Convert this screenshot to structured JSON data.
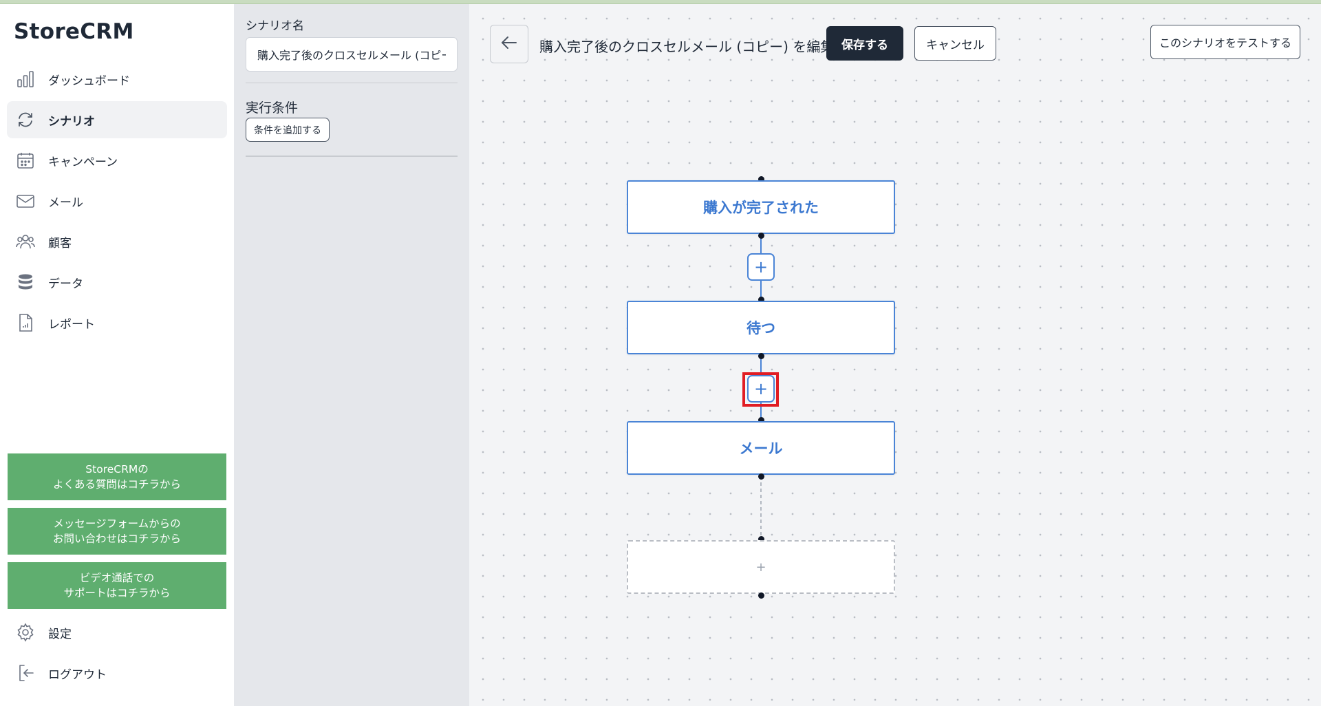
{
  "app": {
    "name": "StoreCRM"
  },
  "sidebar": {
    "items": [
      {
        "label": "ダッシュボード",
        "icon": "bar-chart-icon"
      },
      {
        "label": "シナリオ",
        "icon": "refresh-icon",
        "active": true
      },
      {
        "label": "キャンペーン",
        "icon": "calendar-icon"
      },
      {
        "label": "メール",
        "icon": "mail-icon"
      },
      {
        "label": "顧客",
        "icon": "users-icon"
      },
      {
        "label": "データ",
        "icon": "database-icon"
      },
      {
        "label": "レポート",
        "icon": "report-icon"
      }
    ],
    "help_buttons": [
      {
        "line1": "StoreCRMの",
        "line2": "よくある質問はコチラから"
      },
      {
        "line1": "メッセージフォームからの",
        "line2": "お問い合わせはコチラから"
      },
      {
        "line1": "ビデオ通話での",
        "line2": "サポートはコチラから"
      }
    ],
    "bottom_items": [
      {
        "label": "設定",
        "icon": "gear-icon"
      },
      {
        "label": "ログアウト",
        "icon": "logout-icon"
      }
    ]
  },
  "panel": {
    "name_label": "シナリオ名",
    "name_value": "購入完了後のクロスセルメール (コピー)",
    "condition_label": "実行条件",
    "add_condition_label": "条件を追加する"
  },
  "toolbar": {
    "back_icon": "arrow-left-icon",
    "title": "購入完了後のクロスセルメール (コピー) を編集中",
    "save_label": "保存する",
    "cancel_label": "キャンセル",
    "test_label": "このシナリオをテストする"
  },
  "flow": {
    "nodes": [
      {
        "label": "購入が完了された"
      },
      {
        "label": "待つ"
      },
      {
        "label": "メール"
      }
    ],
    "add_step_symbol": "+",
    "placeholder_symbol": "+"
  },
  "colors": {
    "accent_blue": "#4a84d6",
    "help_green": "#5fae6f",
    "dark_button": "#1f2937",
    "highlight_red": "#e11d24"
  }
}
